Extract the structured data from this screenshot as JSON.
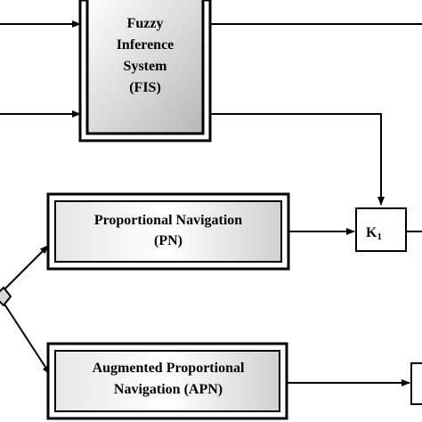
{
  "nodes": {
    "fis": {
      "lines": [
        "Fuzzy",
        "Inference",
        "System",
        "(FIS)"
      ]
    },
    "pn": {
      "lines": [
        "Proportional Navigation",
        "(PN)"
      ]
    },
    "apn": {
      "lines": [
        "Augmented Proportional",
        "Navigation (APN)"
      ]
    },
    "k1": {
      "label": "K",
      "subscript": "1"
    }
  },
  "colors": {
    "stroke": "#000000",
    "box_gradient_light": "#ffffff",
    "box_gradient_dark": "#b8b8b8",
    "background": "#ffffff"
  }
}
